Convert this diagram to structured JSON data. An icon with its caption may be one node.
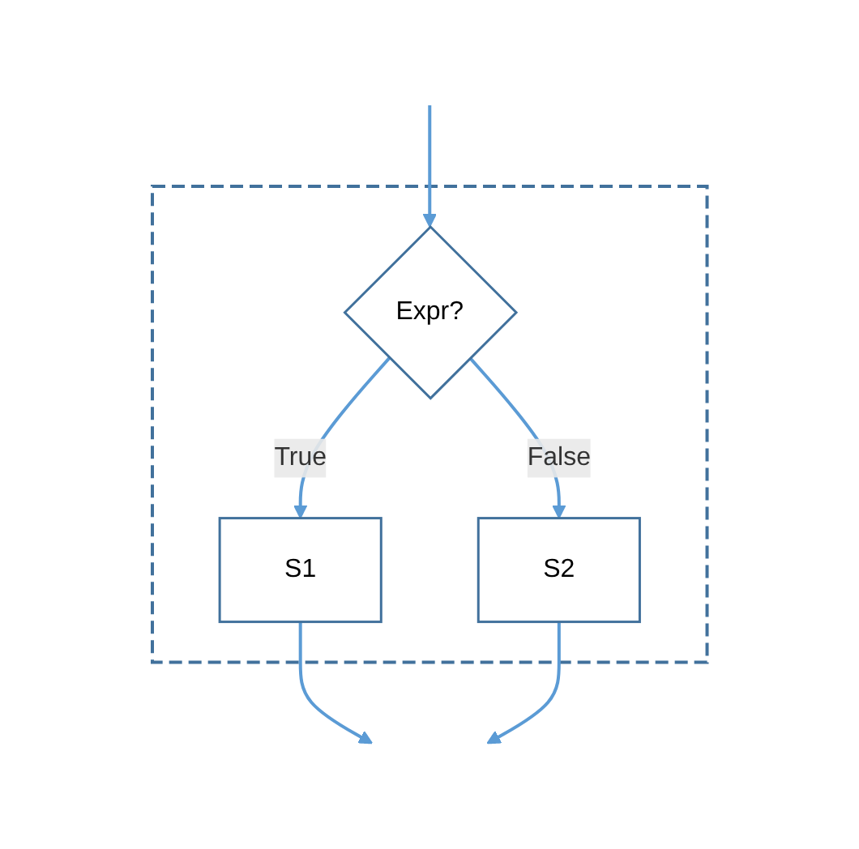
{
  "diagram": {
    "nodes": [
      {
        "text": [],
        "shape": "box"
      },
      {
        "text": [
          "Expr?"
        ],
        "in": 0
      },
      {
        "text": [
          "S1"
        ],
        "in": 0
      },
      {
        "text": [
          "S2"
        ],
        "in": 0
      }
    ],
    "edges": [
      {
        "from": null,
        "to": 1,
        "arrow": "to"
      },
      {
        "from": 1,
        "to": 2,
        "arrow": "to",
        "label": "True"
      },
      {
        "from": 1,
        "to": 3,
        "arrow": "to",
        "label": "False"
      },
      {
        "from": 2,
        "to": null,
        "arrow": "to"
      },
      {
        "from": 3,
        "to": null,
        "arrow": "to"
      }
    ]
  }
}
